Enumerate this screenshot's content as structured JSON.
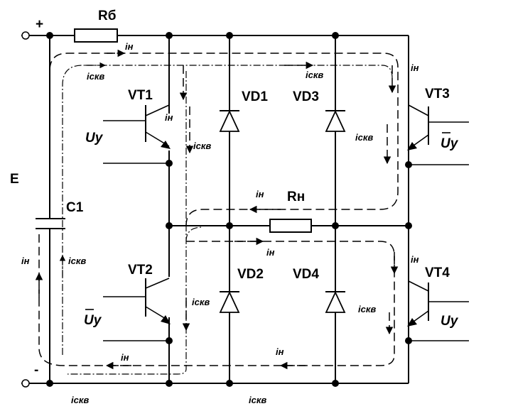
{
  "labels": {
    "plus": "+",
    "minus": "-",
    "rb": "Rб",
    "e": "E",
    "c1": "C1",
    "vt1": "VT1",
    "vt2": "VT2",
    "vt3": "VT3",
    "vt4": "VT4",
    "vd1": "VD1",
    "vd2": "VD2",
    "vd3": "VD3",
    "vd4": "VD4",
    "rn": "Rн",
    "uy": "Uy",
    "uy_bar": "Uy"
  },
  "currents": {
    "load": "iн",
    "short": "iскв"
  }
}
